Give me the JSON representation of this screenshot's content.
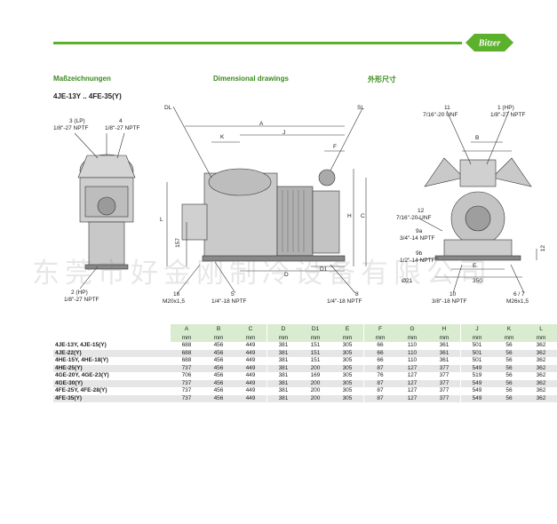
{
  "header": {
    "logo_text": "Bitzer",
    "title_de": "Maßzeichnungen",
    "title_en": "Dimensional drawings",
    "title_cn": "外形尺寸",
    "model_range": "4JE-13Y .. 4FE-35(Y)"
  },
  "watermark": "东莞市好金刚制冷设备有限公司",
  "drawing_labels": {
    "left": {
      "c3": "3 (LP)",
      "c3_thread": "1/8\"-27 NPTF",
      "c4": "4",
      "c4_thread": "1/8\"-27 NPTF",
      "c2": "2 (HP)",
      "c2_thread": "1/8\"-27 NPTF"
    },
    "middle": {
      "dl": "DL",
      "sl": "SL",
      "a": "A",
      "j": "J",
      "k": "K",
      "f": "F",
      "l": "L",
      "h": "H",
      "c": "C",
      "d": "D",
      "d1": "D1",
      "v157": "157",
      "c16": "16",
      "c16_thread": "M20x1,5",
      "c5": "5",
      "c5_thread": "1/4\"-18 NPTF",
      "c8": "8",
      "c8_thread": "1/4\"-18 NPTF"
    },
    "right": {
      "c11": "11",
      "c11_thread": "7/16\"-20 UNF",
      "c1": "1 (HP)",
      "c1_thread": "1/8\"-27 NPTF",
      "b": "B",
      "c12": "12",
      "c12_thread": "7/16\"-20 UNF",
      "c9a": "9a",
      "c9a_thread": "3/4\"-14 NPTF",
      "c9b": "9b",
      "c9b_thread": "1/2\"-14 NPTF",
      "e": "E",
      "d350": "350",
      "dia21": "Ø21",
      "v12": "12",
      "c10": "10",
      "c10_thread": "3/8\"-18 NPTF",
      "c67": "6 / 7",
      "c67_thread": "M26x1,5"
    }
  },
  "table": {
    "columns": [
      "A",
      "B",
      "C",
      "D",
      "D1",
      "E",
      "F",
      "G",
      "H",
      "J",
      "K",
      "L"
    ],
    "unit": "mm",
    "rows": [
      {
        "name": "4JE-13Y, 4JE-15(Y)",
        "values": [
          "688",
          "456",
          "449",
          "381",
          "151",
          "305",
          "66",
          "110",
          "361",
          "501",
          "56",
          "362"
        ]
      },
      {
        "name": "4JE-22(Y)",
        "values": [
          "688",
          "456",
          "449",
          "381",
          "151",
          "305",
          "66",
          "110",
          "361",
          "501",
          "56",
          "362"
        ]
      },
      {
        "name": "4HE-15Y, 4HE-18(Y)",
        "values": [
          "688",
          "456",
          "449",
          "381",
          "151",
          "305",
          "66",
          "110",
          "361",
          "501",
          "56",
          "362"
        ]
      },
      {
        "name": "4HE-25(Y)",
        "values": [
          "737",
          "456",
          "449",
          "381",
          "200",
          "305",
          "87",
          "127",
          "377",
          "549",
          "56",
          "362"
        ]
      },
      {
        "name": "4GE-20Y, 4GE-23(Y)",
        "values": [
          "706",
          "456",
          "449",
          "381",
          "169",
          "305",
          "76",
          "127",
          "377",
          "519",
          "56",
          "362"
        ]
      },
      {
        "name": "4GE-30(Y)",
        "values": [
          "737",
          "456",
          "449",
          "381",
          "200",
          "305",
          "87",
          "127",
          "377",
          "549",
          "56",
          "362"
        ]
      },
      {
        "name": "4FE-25Y, 4FE-28(Y)",
        "values": [
          "737",
          "456",
          "449",
          "381",
          "200",
          "305",
          "87",
          "127",
          "377",
          "549",
          "56",
          "362"
        ]
      },
      {
        "name": "4FE-35(Y)",
        "values": [
          "737",
          "456",
          "449",
          "381",
          "200",
          "305",
          "87",
          "127",
          "377",
          "549",
          "56",
          "362"
        ]
      }
    ]
  }
}
